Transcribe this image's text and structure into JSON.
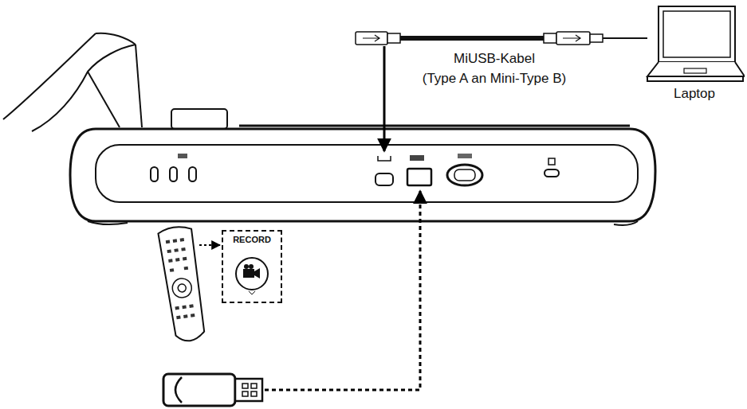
{
  "diagram": {
    "nodes": [
      {
        "text": [
          "RECORD"
        ]
      },
      {
        "text": [
          "Laptop"
        ]
      }
    ],
    "labels": [
      "MiUSB-Kabel",
      "(Type A an Mini-Type B)"
    ]
  }
}
